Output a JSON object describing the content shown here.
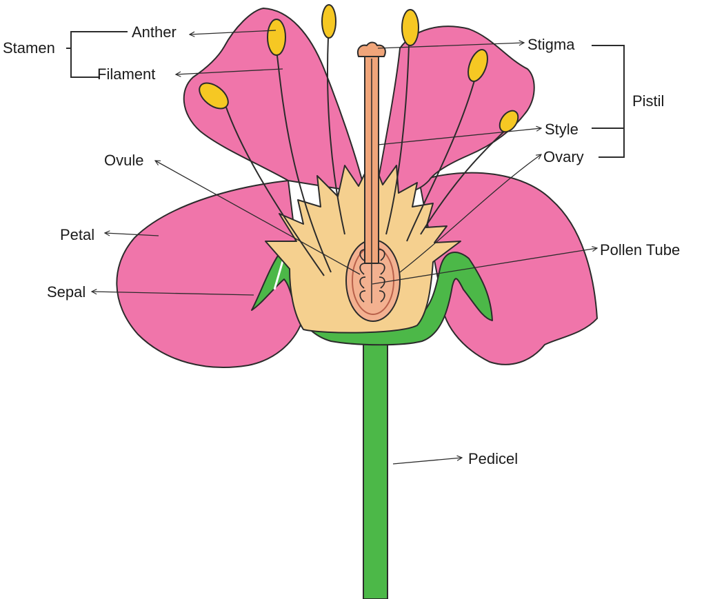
{
  "labels": {
    "stamen": "Stamen",
    "anther": "Anther",
    "filament": "Filament",
    "stigma": "Stigma",
    "pistil": "Pistil",
    "style": "Style",
    "ovary": "Ovary",
    "ovule": "Ovule",
    "petal": "Petal",
    "sepal": "Sepal",
    "pollen_tube": "Pollen Tube",
    "pedicel": "Pedicel"
  },
  "colors": {
    "petal": "#f075aa",
    "sepal": "#4cb848",
    "anther": "#f6c823",
    "receptacle": "#f5d08f",
    "style": "#f0a57a",
    "ovary": "#f3b190"
  }
}
